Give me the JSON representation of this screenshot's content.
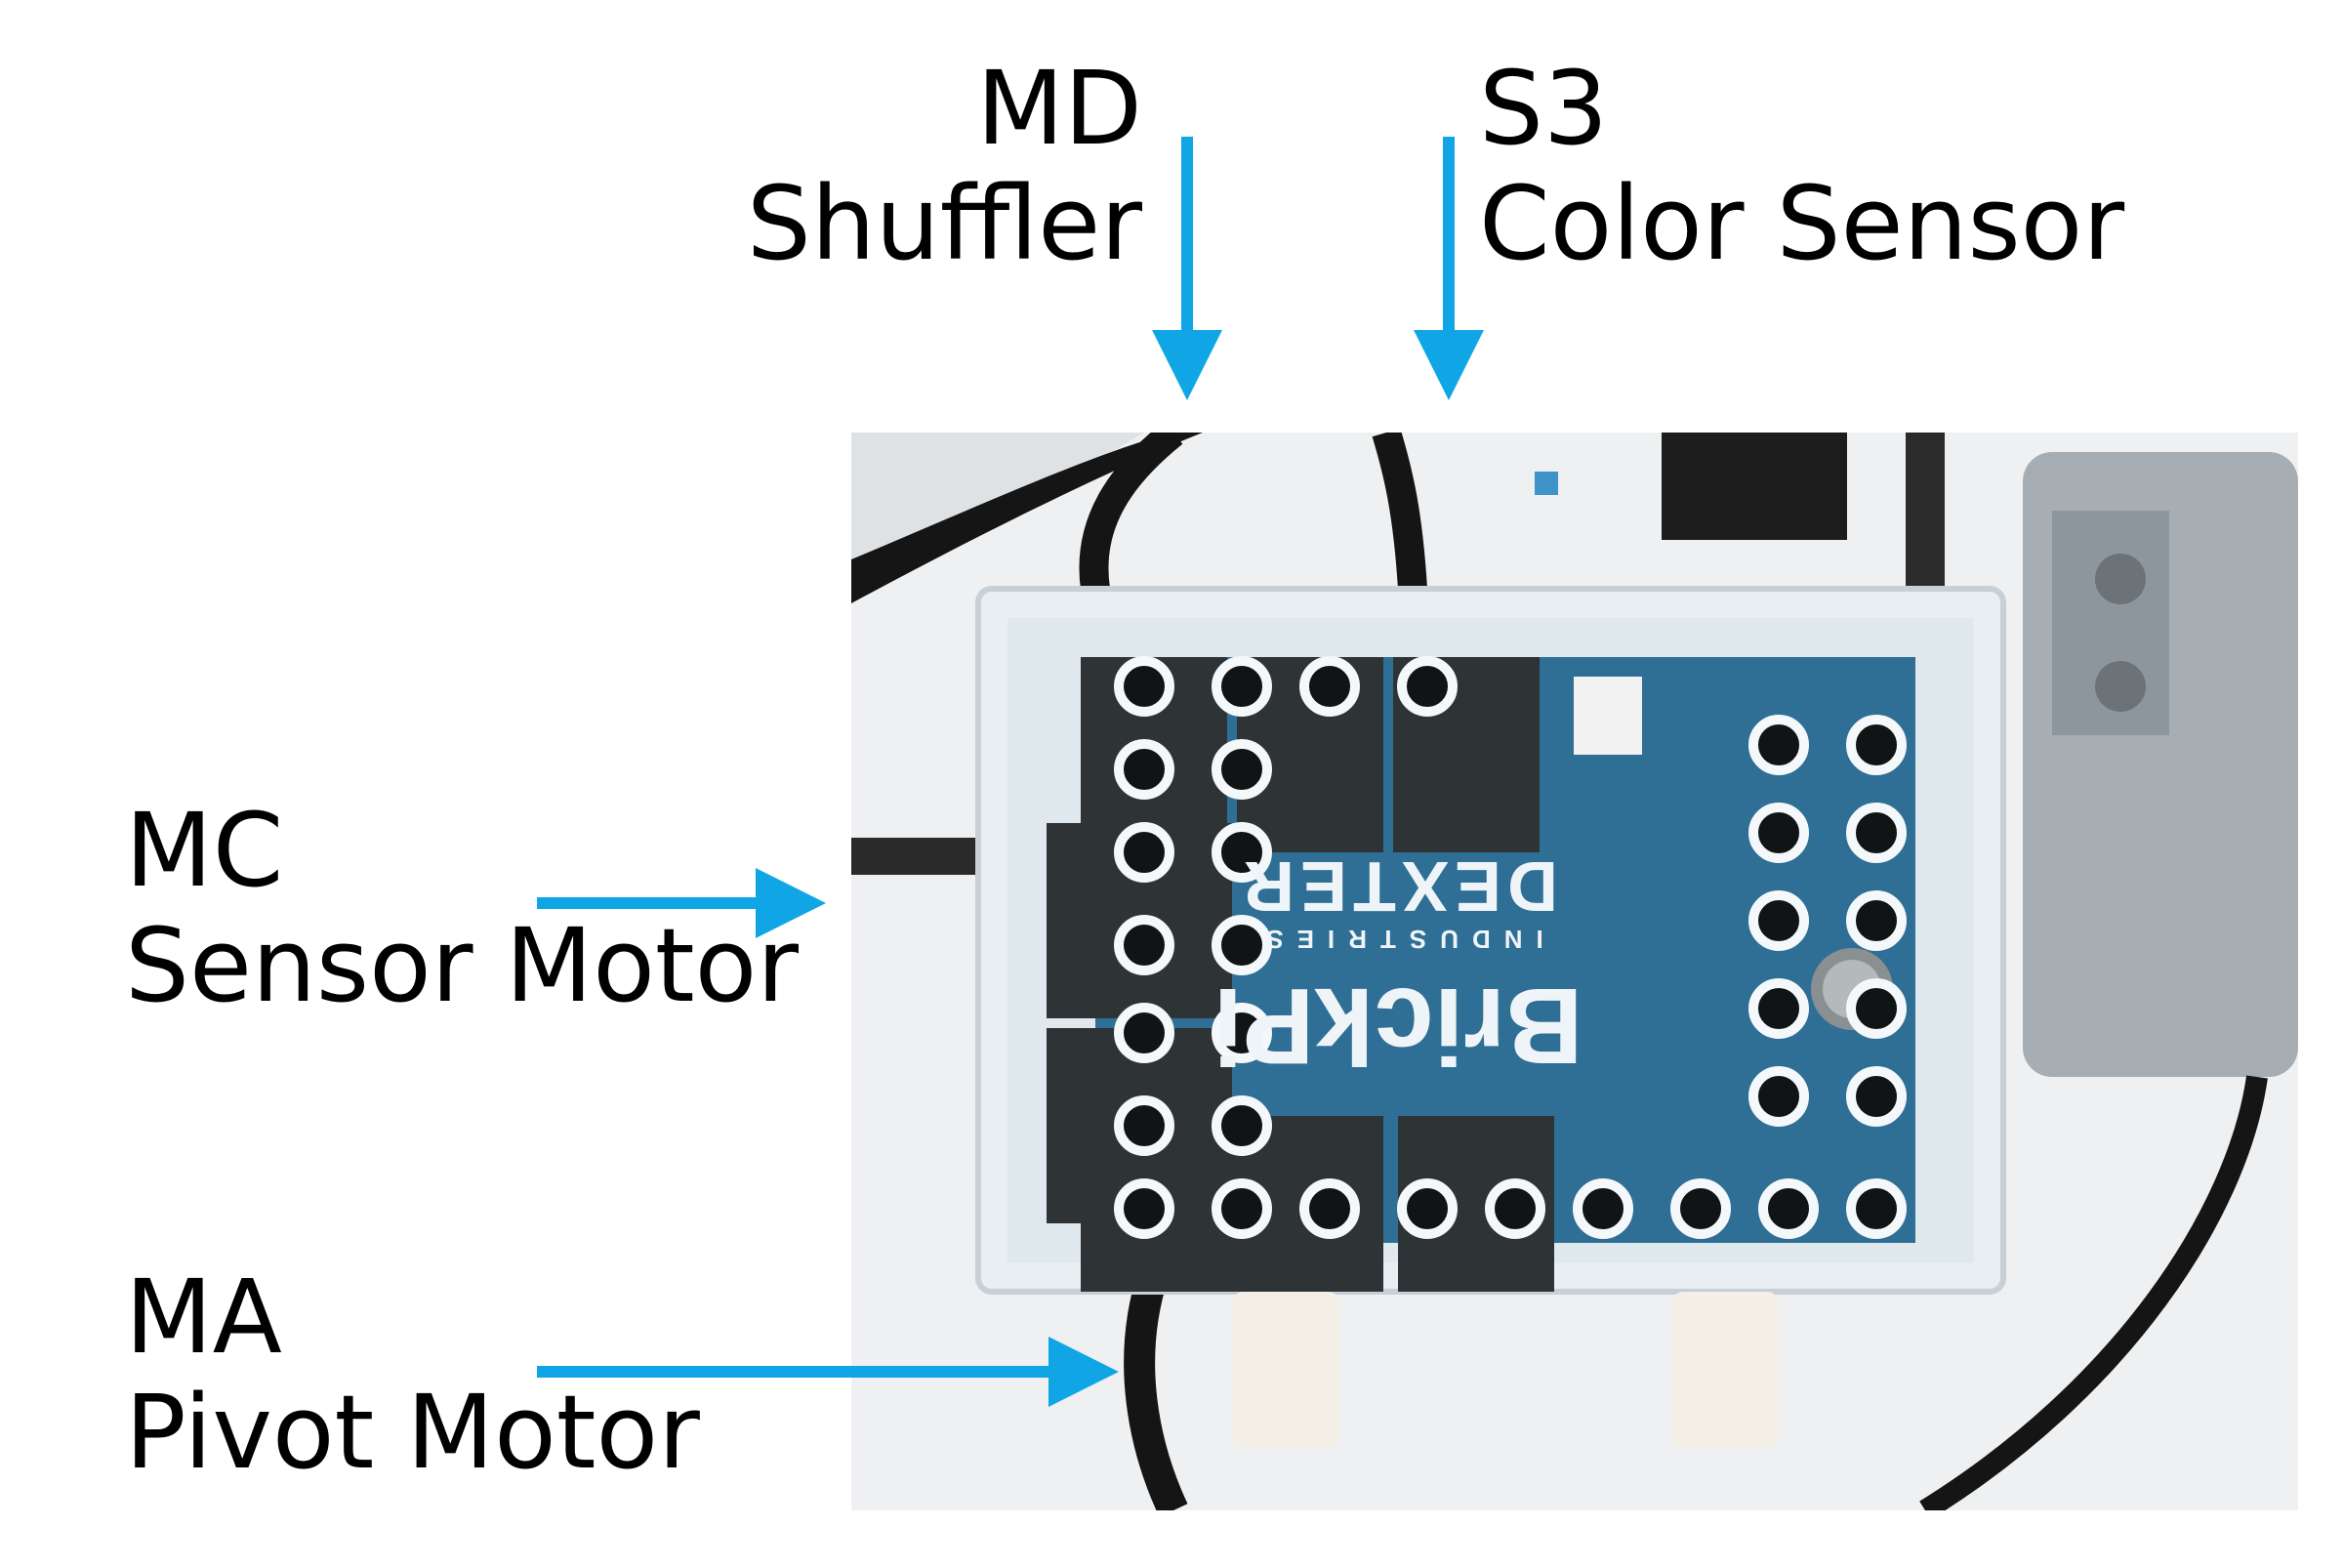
{
  "labels": {
    "md": {
      "port": "MD",
      "name": "Shuffler"
    },
    "s3": {
      "port": "S3",
      "name": "Color Sensor"
    },
    "mc": {
      "port": "MC",
      "name": "Sensor Motor"
    },
    "ma": {
      "port": "MA",
      "name": "Pivot Motor"
    }
  },
  "board": {
    "brand": "BrickPi",
    "maker": "DEXTER",
    "maker_sub": "INDUSTRIES"
  },
  "colors": {
    "arrow": "#10a6e6",
    "board_blue": "#2f6f95",
    "lego_black": "#2e3336",
    "acrylic": "#e8eef1",
    "cable": "#151515",
    "lego_gray": "#a6aeb3"
  }
}
